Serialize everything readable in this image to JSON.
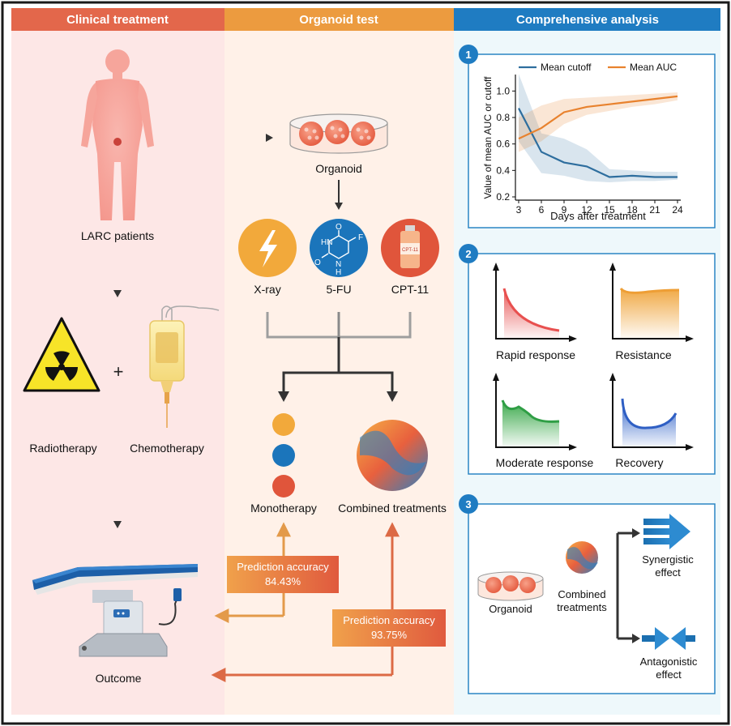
{
  "headers": {
    "clinical": "Clinical treatment",
    "organoid": "Organoid test",
    "analysis": "Comprehensive analysis"
  },
  "clinical": {
    "patients_label": "LARC patients",
    "plus": "+",
    "radiotherapy_label": "Radiotherapy",
    "chemotherapy_label": "Chemotherapy",
    "outcome_label": "Outcome"
  },
  "organoid": {
    "organoid_label": "Organoid",
    "fu_atoms": {
      "f": "F",
      "hn": "HN",
      "o1": "O",
      "o2": "O",
      "n": "N",
      "h": "H"
    },
    "vial_label": "CPT-11",
    "treatments": [
      {
        "label": "X-ray",
        "color": "#f2a93b"
      },
      {
        "label": "5-FU",
        "color": "#1b75bb"
      },
      {
        "label": "CPT-11",
        "color": "#e0553b"
      }
    ],
    "mono_colors": [
      "#f2a93b",
      "#1b75bb",
      "#e0553b"
    ],
    "monotherapy_label": "Monotherapy",
    "combined_label": "Combined treatments",
    "pred1": {
      "title": "Prediction accuracy",
      "value": "84.43%"
    },
    "pred2": {
      "title": "Prediction accuracy",
      "value": "93.75%"
    }
  },
  "panel_numbers": [
    "1",
    "2",
    "3"
  ],
  "chart_data": {
    "type": "line",
    "x": [
      3,
      6,
      9,
      12,
      15,
      18,
      21,
      24
    ],
    "series": [
      {
        "name": "Mean cutoff",
        "color": "#2e6e9e",
        "values": [
          0.87,
          0.54,
          0.46,
          0.43,
          0.35,
          0.36,
          0.35,
          0.35
        ],
        "band_low": [
          0.62,
          0.38,
          0.36,
          0.32,
          0.31,
          0.32,
          0.32,
          0.33
        ],
        "band_high": [
          1.13,
          0.68,
          0.64,
          0.56,
          0.41,
          0.4,
          0.39,
          0.39
        ]
      },
      {
        "name": "Mean AUC",
        "color": "#e8822e",
        "values": [
          0.64,
          0.72,
          0.84,
          0.88,
          0.9,
          0.92,
          0.94,
          0.96
        ],
        "band_low": [
          0.54,
          0.62,
          0.75,
          0.82,
          0.85,
          0.88,
          0.9,
          0.93
        ],
        "band_high": [
          0.8,
          0.89,
          0.94,
          0.95,
          0.96,
          0.97,
          0.98,
          0.99
        ]
      }
    ],
    "xlabel": "Days after treatment",
    "ylabel": "Value of mean AUC or cutoff",
    "xticks": [
      3,
      6,
      9,
      12,
      15,
      18,
      21,
      24
    ],
    "yticks": [
      "0.2",
      "0.4",
      "0.6",
      "0.8",
      "1.0"
    ],
    "xlim": [
      3,
      24
    ],
    "ylim": [
      0.2,
      1.1
    ],
    "legend": "top"
  },
  "patterns": {
    "rapid": "Rapid response",
    "resistance": "Resistance",
    "moderate": "Moderate response",
    "recovery": "Recovery"
  },
  "combo": {
    "organoid_label": "Organoid",
    "combined_line1": "Combined",
    "combined_line2": "treatments",
    "synergistic_line1": "Synergistic",
    "synergistic_line2": "effect",
    "antagonistic_line1": "Antagonistic",
    "antagonistic_line2": "effect"
  },
  "colors": {
    "clinical_header": "#e3674b",
    "organoid_header": "#ec9b3f",
    "analysis_header": "#1f7cc2",
    "clinical_bg": "#fde7e6",
    "organoid_bg": "#fff1e8",
    "analysis_bg": "#eef8fb",
    "panel_border": "#2a86c4"
  }
}
